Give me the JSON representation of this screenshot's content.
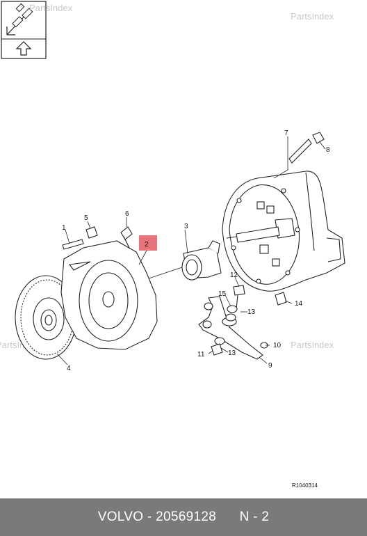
{
  "watermarks": [
    "PartsIndex",
    "PartsIndex",
    "PartsIndex",
    "PartsIndex"
  ],
  "nav_icon": "forward-back-arrows-icon",
  "callouts": [
    "1",
    "2",
    "3",
    "4",
    "5",
    "6",
    "7",
    "8",
    "9",
    "10",
    "11",
    "12",
    "13",
    "13",
    "14",
    "15"
  ],
  "highlight_color": "#e8737a",
  "reference_code": "R1040314",
  "footer": {
    "brand": "VOLVO",
    "separator": "-",
    "part_number": "20569128",
    "position": "N - 2"
  },
  "footer_color": "#7a7a7a"
}
